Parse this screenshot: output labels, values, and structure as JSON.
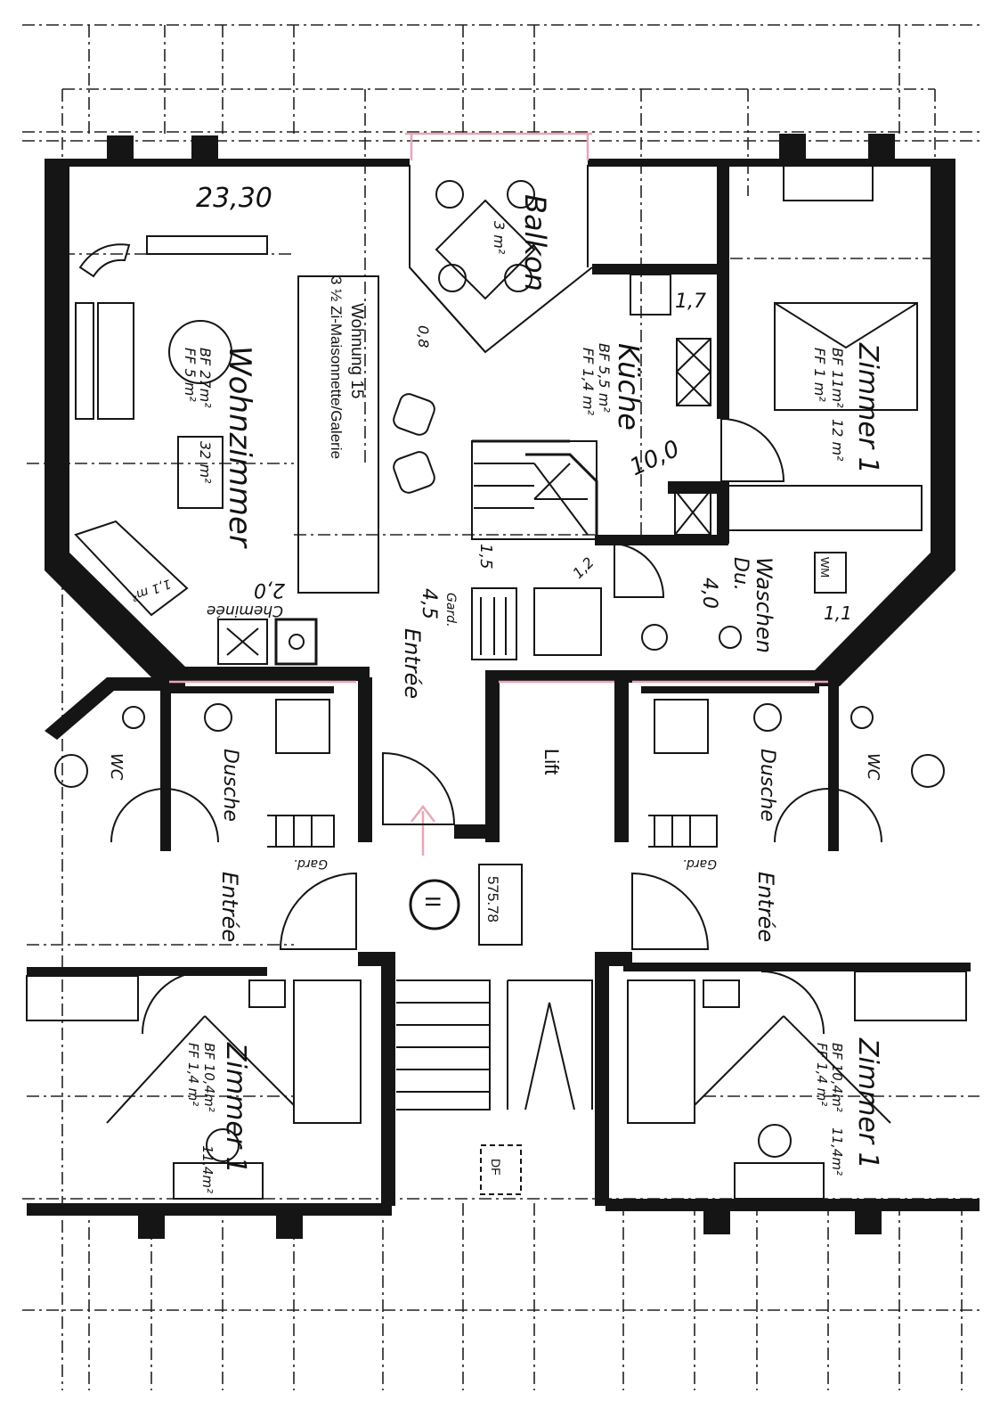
{
  "apartment": {
    "title": "Wohnung 15",
    "subtitle": "3 ½ Zi-Maisonnette/Galerie"
  },
  "rooms": {
    "wohnzimmer": {
      "name": "Wohnzimmer",
      "area": "23,30",
      "bf": "BF 27m²",
      "ff": "FF 5 m²",
      "extra": "32 m²"
    },
    "balkon": {
      "name": "Balkon",
      "area": "3 m²"
    },
    "kueche": {
      "name": "Küche",
      "bf": "BF 5,5 m²",
      "ff": "FF 1,4 m²",
      "area": "10,0",
      "extra": "1,7"
    },
    "zimmer_ne": {
      "name": "Zimmer 1",
      "bf": "BF 11m²",
      "ff": "FF 1 m²",
      "extra": "12 m²"
    },
    "waschen": {
      "name": "Waschen",
      "du": "Du.",
      "area": "4,0",
      "wm": "WM",
      "extra": "1,1"
    },
    "cheminee": {
      "name": "Cheminée",
      "area": "2,0",
      "extra": "1,1 m²"
    },
    "entree_main": {
      "name": "Entrée",
      "area": "4,5",
      "gard": "Gard."
    },
    "stair_label": "1,5",
    "corner_label": "1,2",
    "balkon_note": "0,8",
    "dusche_left": "Dusche",
    "wc_left": "WC",
    "entree_left": "Entrée",
    "gard_left": "Gard.",
    "lift": "Lift",
    "dusche_right": "Dusche",
    "wc_right": "WC",
    "entree_right": "Entrée",
    "gard_right": "Gard.",
    "zimmer_sw": {
      "name": "Zimmer 1",
      "bf": "BF 10,4m²",
      "ff": "FF 1,4 m²",
      "extra": "11,4m²"
    },
    "zimmer_se": {
      "name": "Zimmer 1",
      "bf": "BF 10,4m²",
      "ff": "FF 1,4 m²",
      "extra": "11,4m²"
    },
    "df": "DF"
  },
  "stairwell": {
    "marker": "II",
    "elevation": "575.78"
  }
}
